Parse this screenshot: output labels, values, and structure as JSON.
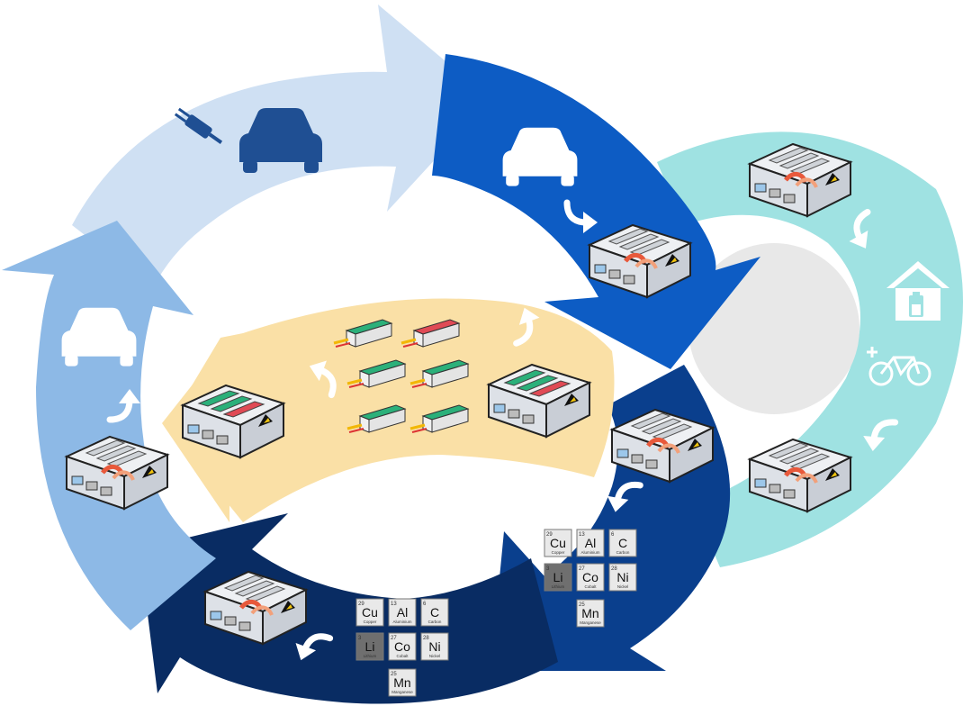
{
  "colors": {
    "use_arrow": "#cfe0f3",
    "second_use_arrow": "#0d5cc4",
    "stationary_loop": "#9fe2e2",
    "stationary_hole": "#e8e8e8",
    "remanufacture_band": "#fae0a6",
    "recycle_arrow_right": "#0a3f8d",
    "recycle_arrow_bottom": "#092c63",
    "reuse_arrow_left": "#8db9e6",
    "icon_dark": "#1f4f93",
    "icon_white": "#ffffff",
    "module_green": "#2bb07a",
    "module_red": "#e04a55"
  },
  "icons": [
    "plug-icon",
    "car-icon",
    "battery-pack-icon",
    "house-battery-icon",
    "bicycle-icon",
    "battery-module-icon",
    "curved-arrow-icon",
    "periodic-element-tile"
  ],
  "elements_right": [
    {
      "symbol": "Cu",
      "number": "29",
      "name": "Copper"
    },
    {
      "symbol": "Al",
      "number": "13",
      "name": "Aluminium"
    },
    {
      "symbol": "C",
      "number": "6",
      "name": "Carbon"
    },
    {
      "symbol": "Li",
      "number": "3",
      "name": "Lithium"
    },
    {
      "symbol": "Co",
      "number": "27",
      "name": "Cobalt"
    },
    {
      "symbol": "Ni",
      "number": "28",
      "name": "Nickel"
    },
    {
      "symbol": "Mn",
      "number": "25",
      "name": "Manganese"
    }
  ],
  "elements_bottom": [
    {
      "symbol": "Cu",
      "number": "29",
      "name": "Copper"
    },
    {
      "symbol": "Al",
      "number": "13",
      "name": "Aluminium"
    },
    {
      "symbol": "C",
      "number": "6",
      "name": "Carbon"
    },
    {
      "symbol": "Li",
      "number": "3",
      "name": "Lithium"
    },
    {
      "symbol": "Co",
      "number": "27",
      "name": "Cobalt"
    },
    {
      "symbol": "Ni",
      "number": "28",
      "name": "Nickel"
    },
    {
      "symbol": "Mn",
      "number": "25",
      "name": "Manganese"
    }
  ]
}
